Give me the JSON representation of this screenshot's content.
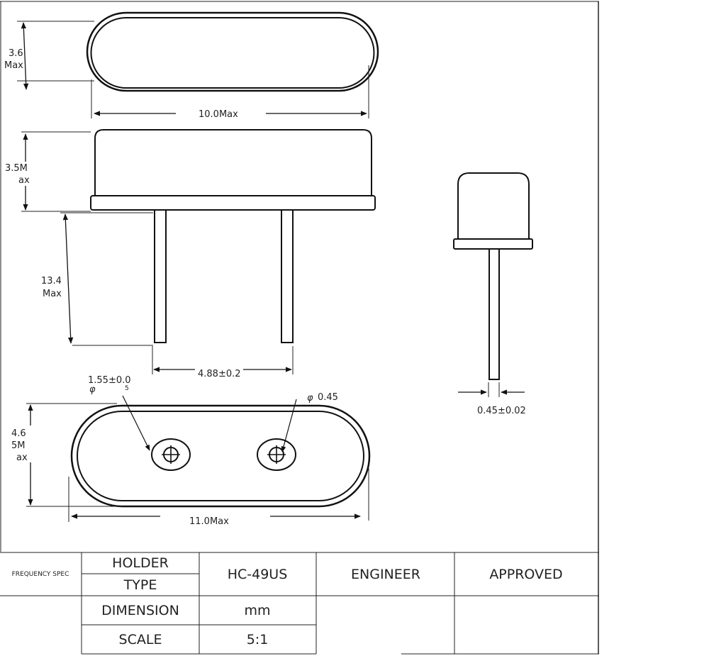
{
  "drawing": {
    "top_view": {
      "height_value": "3.6",
      "height_unit": "Max",
      "width_label": "10.0Max"
    },
    "front_view": {
      "height_line1": "3.5M",
      "height_line2": "ax",
      "lead_length_line1": "13.4",
      "lead_length_line2": "Max",
      "pitch_label": "4.88±0.2"
    },
    "side_view": {
      "lead_dia_label": "0.45±0.02"
    },
    "bottom_view": {
      "hole_label_main": "1.55±0.0",
      "hole_label_phi": "φ",
      "hole_label_sub": "5",
      "lead_label_phi": "φ",
      "lead_label_value": "0.45",
      "height_line1": "4.6",
      "height_line2": "5M",
      "height_line3": "ax",
      "width_label": "11.0Max"
    }
  },
  "title_block": {
    "frequency_spec": "FREQUENCY SPEC",
    "holder": "HOLDER",
    "type": "TYPE",
    "type_value": "HC-49US",
    "engineer": "ENGINEER",
    "approved": "APPROVED",
    "dimension": "DIMENSION",
    "dimension_value": "mm",
    "scale": "SCALE",
    "scale_value": "5:1"
  }
}
